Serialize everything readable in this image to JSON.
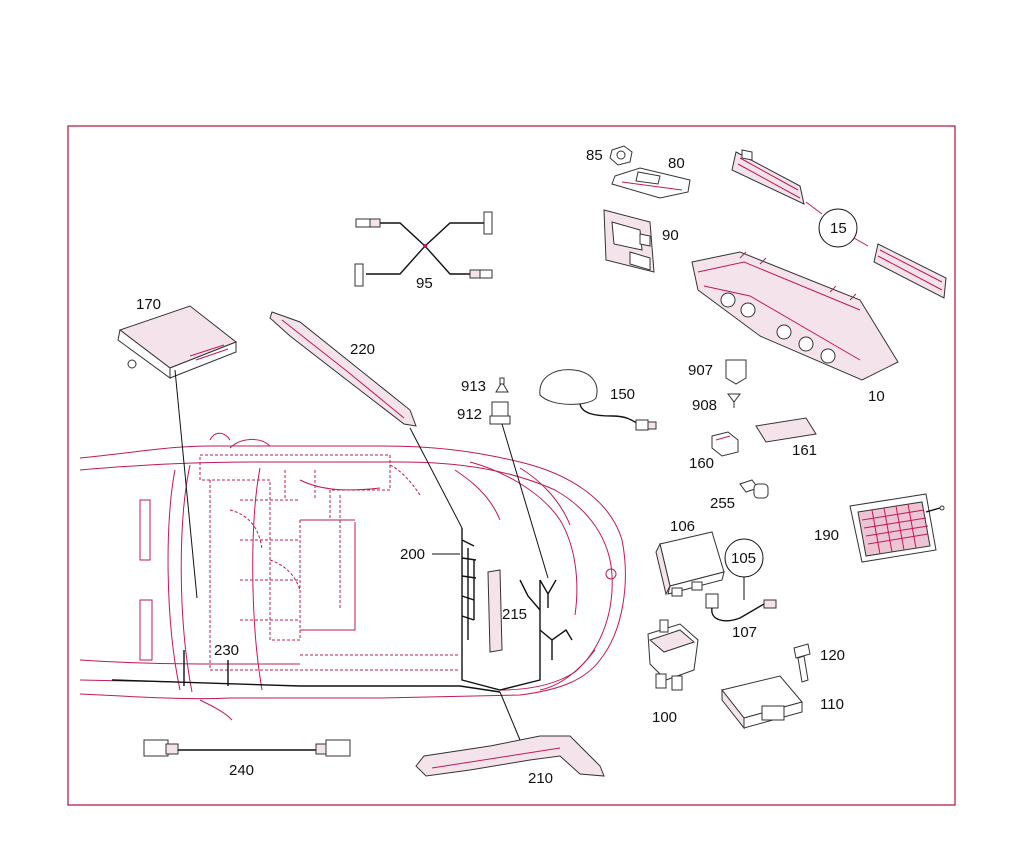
{
  "diagram": {
    "colors": {
      "frame": "#b0103a",
      "car_outline": "#c2185b",
      "wire": "#111111",
      "text": "#111111"
    },
    "labels": {
      "l85": "85",
      "l80": "80",
      "l90": "90",
      "l15": "15",
      "l10": "10",
      "l95": "95",
      "l170": "170",
      "l220": "220",
      "l913": "913",
      "l912": "912",
      "l150": "150",
      "l907": "907",
      "l908": "908",
      "l160": "160",
      "l161": "161",
      "l255": "255",
      "l106": "106",
      "l105": "105",
      "l107": "107",
      "l190": "190",
      "l200": "200",
      "l215": "215",
      "l230": "230",
      "l100": "100",
      "l120": "120",
      "l110": "110",
      "l240": "240",
      "l210": "210"
    }
  }
}
